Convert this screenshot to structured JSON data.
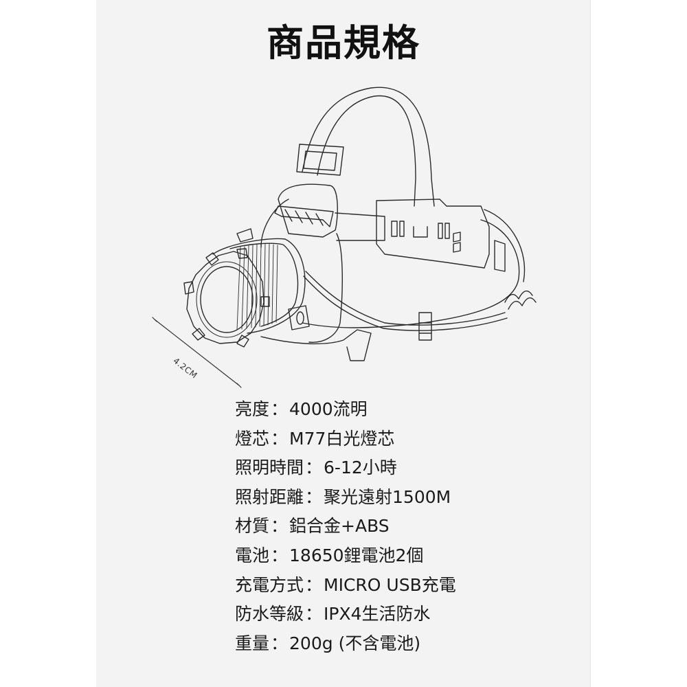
{
  "page": {
    "background": "#ffffff",
    "panel_background": "#f3f3f3",
    "text_color": "#1a1a1a"
  },
  "title": "商品規格",
  "illustration": {
    "subject": "headlamp line drawing",
    "dimension_label": "4.2CM"
  },
  "specs": [
    {
      "label": "亮度",
      "separator": "：",
      "value": "4000流明"
    },
    {
      "label": "燈芯",
      "separator": "：",
      "value": "M77白光燈芯"
    },
    {
      "label": "照明時間",
      "separator": "：",
      "value": "6-12小時"
    },
    {
      "label": "照射距離",
      "separator": "：",
      "value": "聚光遠射1500M"
    },
    {
      "label": "材質",
      "separator": "：",
      "value": "鋁合金+ABS"
    },
    {
      "label": "電池",
      "separator": "：",
      "value": "18650鋰電池2個"
    },
    {
      "label": "充電方式",
      "separator": "：",
      "value": "MICRO USB充電"
    },
    {
      "label": "防水等級",
      "separator": "：",
      "value": "IPX4生活防水"
    },
    {
      "label": "重量",
      "separator": "：",
      "value": "200g (不含電池)"
    }
  ]
}
